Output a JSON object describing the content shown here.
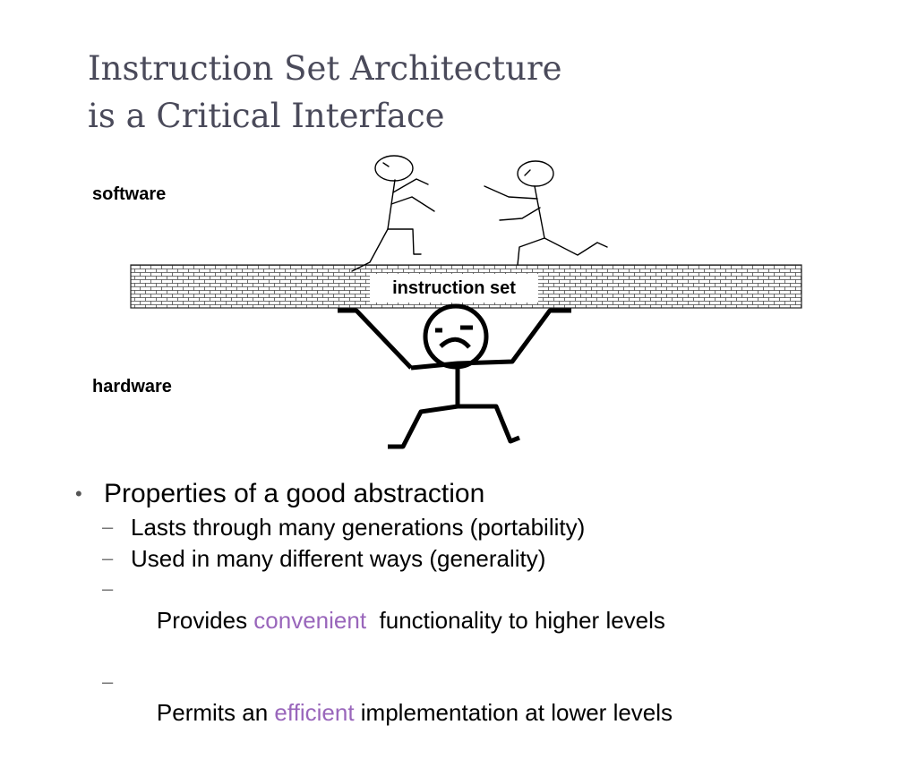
{
  "title": {
    "line1": "Instruction Set Architecture",
    "line2": "is a Critical Interface"
  },
  "diagram": {
    "software_label": "software",
    "hardware_label": "hardware",
    "interface_label": "instruction set"
  },
  "bullets": {
    "main": "Properties of a good abstraction",
    "sub": [
      {
        "parts": [
          {
            "text": "Lasts through many generations (portability)",
            "highlight": false
          }
        ]
      },
      {
        "parts": [
          {
            "text": "Used in many different ways (generality)",
            "highlight": false
          }
        ]
      },
      {
        "parts": [
          {
            "text": "Provides ",
            "highlight": false
          },
          {
            "text": "convenient",
            "highlight": true
          },
          {
            "text": "  functionality to higher levels",
            "highlight": false
          }
        ]
      },
      {
        "parts": [
          {
            "text": "Permits an ",
            "highlight": false
          },
          {
            "text": "efficient",
            "highlight": true
          },
          {
            "text": " implementation at lower levels",
            "highlight": false
          }
        ]
      }
    ]
  },
  "colors": {
    "title": "#4a4a5a",
    "highlight": "#9966bb"
  }
}
